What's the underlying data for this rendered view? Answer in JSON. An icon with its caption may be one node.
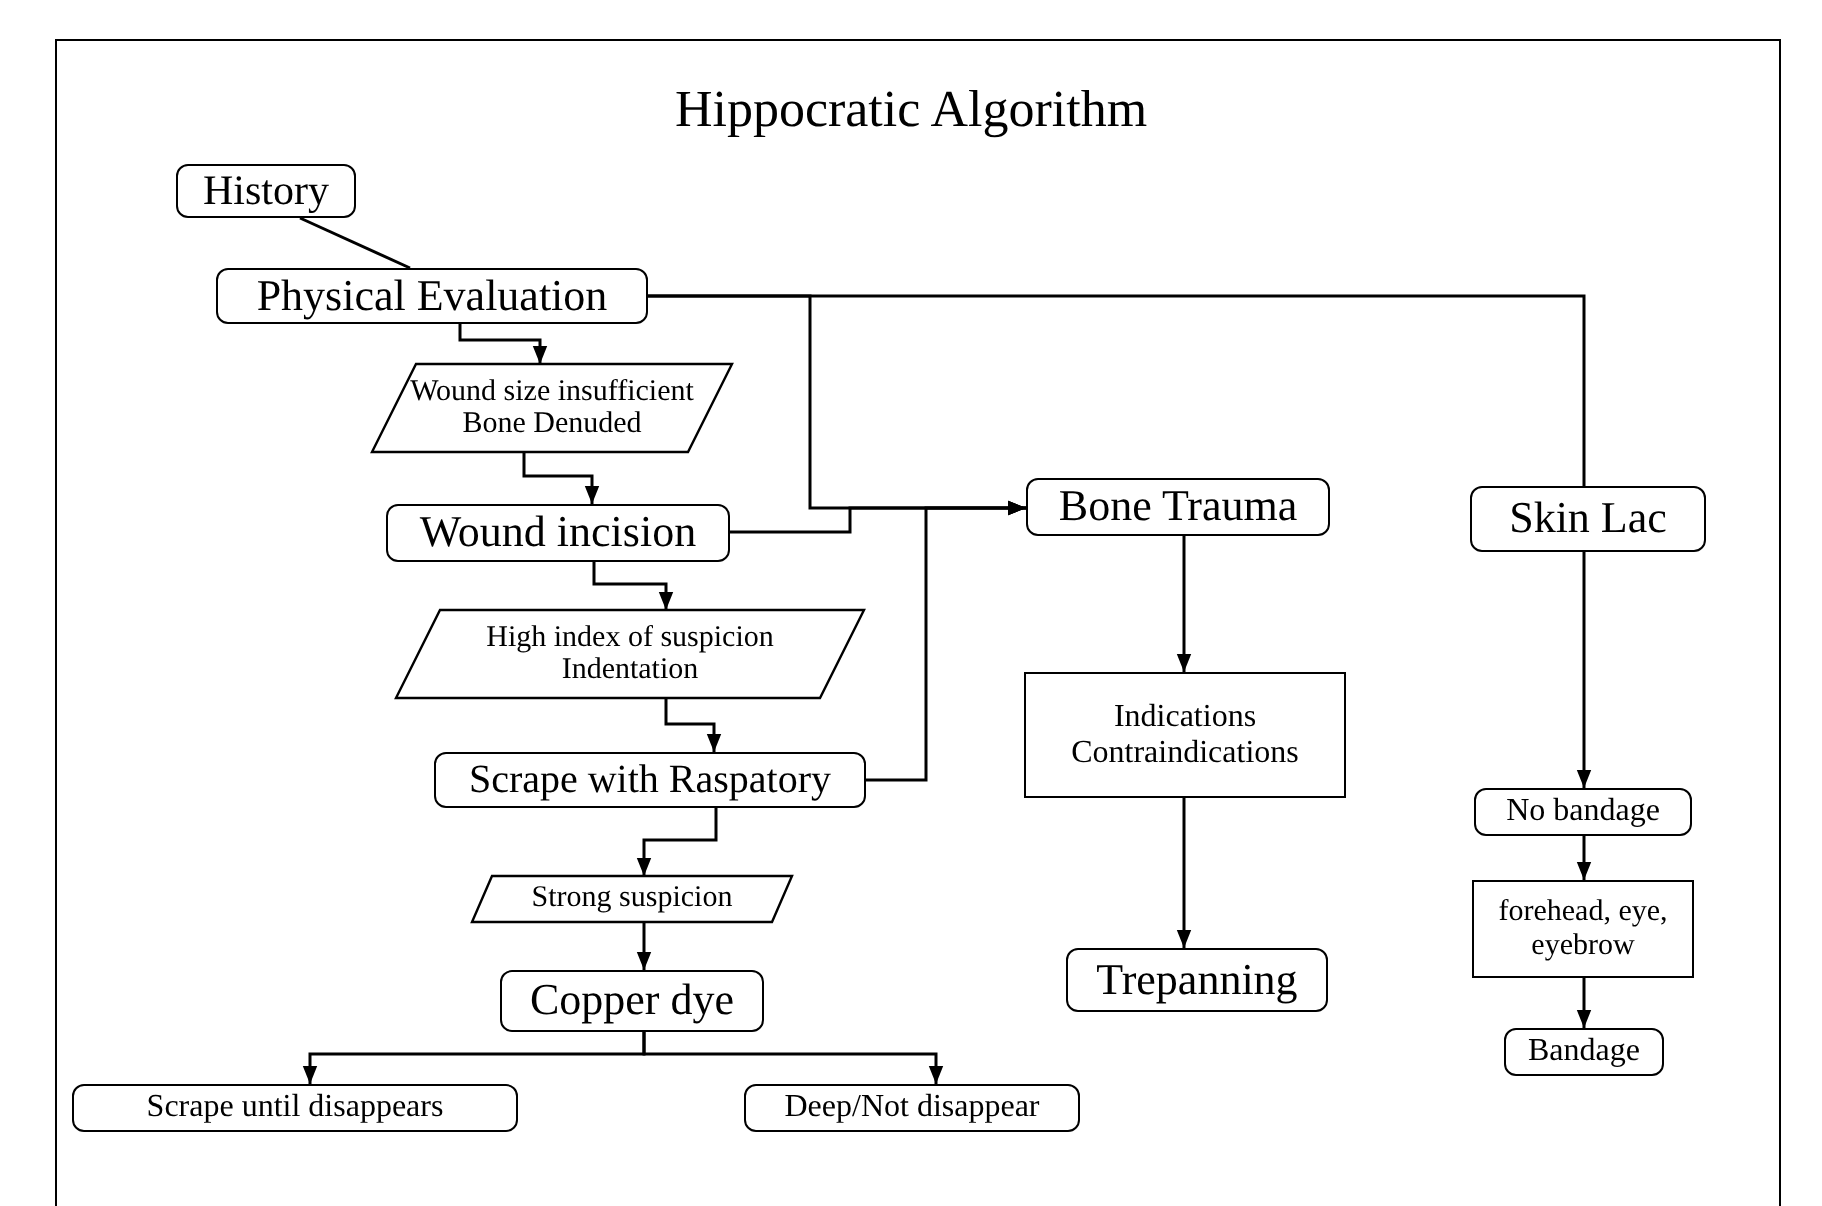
{
  "diagram": {
    "title": "Hippocratic Algorithm",
    "nodes": [
      {
        "text": [
          "History"
        ]
      },
      {
        "text": [
          "Physical Evaluation"
        ]
      },
      {
        "text": [
          "Wound size insufficient",
          "Bone Denuded"
        ]
      },
      {
        "text": [
          "Wound incision"
        ]
      },
      {
        "text": [
          "High index of suspicion",
          "Indentation"
        ]
      },
      {
        "text": [
          "Scrape with Raspatory"
        ]
      },
      {
        "text": [
          "Strong suspicion"
        ]
      },
      {
        "text": [
          "Copper dye"
        ]
      },
      {
        "text": [
          "Scrape until disappears"
        ]
      },
      {
        "text": [
          "Deep/Not disappear"
        ]
      },
      {
        "text": [
          "Bone Trauma"
        ]
      },
      {
        "text": [
          "Indications",
          "Contraindications"
        ]
      },
      {
        "text": [
          "Trepanning"
        ]
      },
      {
        "text": [
          "Skin Lac"
        ]
      },
      {
        "text": [
          "No bandage"
        ]
      },
      {
        "text": [
          "forehead, eye, eyebrow"
        ]
      },
      {
        "text": [
          "Bandage"
        ]
      }
    ],
    "edges": [
      {
        "from": 0,
        "to": 1,
        "arrow": "none"
      },
      {
        "from": 1,
        "to": 2,
        "arrow": "to"
      },
      {
        "from": 2,
        "to": 3,
        "arrow": "to"
      },
      {
        "from": 3,
        "to": 4,
        "arrow": "to"
      },
      {
        "from": 4,
        "to": 5,
        "arrow": "to"
      },
      {
        "from": 5,
        "to": 6,
        "arrow": "to"
      },
      {
        "from": 6,
        "to": 7,
        "arrow": "to"
      },
      {
        "from": 7,
        "to": 8,
        "arrow": "to"
      },
      {
        "from": 7,
        "to": 9,
        "arrow": "to"
      },
      {
        "from": 1,
        "to": 10,
        "arrow": "to"
      },
      {
        "from": 1,
        "to": 13,
        "arrow": "none"
      },
      {
        "from": 3,
        "to": 10,
        "arrow": "to"
      },
      {
        "from": 5,
        "to": 10,
        "arrow": "to"
      },
      {
        "from": 10,
        "to": 11,
        "arrow": "to"
      },
      {
        "from": 11,
        "to": 12,
        "arrow": "to"
      },
      {
        "from": 13,
        "to": 14,
        "arrow": "to"
      },
      {
        "from": 14,
        "to": 15,
        "arrow": "to"
      },
      {
        "from": 15,
        "to": 16,
        "arrow": "to"
      }
    ]
  }
}
